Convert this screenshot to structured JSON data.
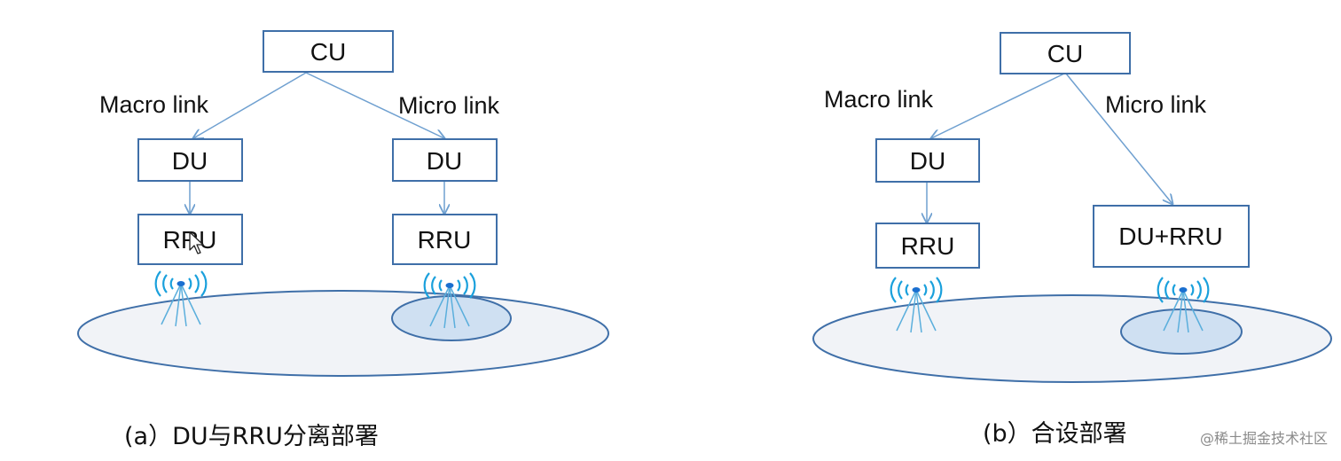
{
  "panel_a": {
    "cu_label": "CU",
    "macro_link_label": "Macro link",
    "micro_link_label": "Micro link",
    "du_macro_label": "DU",
    "du_micro_label": "DU",
    "rru_macro_label": "RRU",
    "rru_micro_label": "RRU",
    "caption": "(a）DU与RRU分离部署"
  },
  "panel_b": {
    "cu_label": "CU",
    "macro_link_label": "Macro link",
    "micro_link_label": "Micro link",
    "du_macro_label": "DU",
    "rru_macro_label": "RRU",
    "du_rru_label": "DU+RRU",
    "caption": "(b）合设部署"
  },
  "watermark": "@稀土掘金技术社区",
  "icons": {
    "antenna": "radio-antenna-icon"
  },
  "colors": {
    "box_stroke": "#3f6fa8",
    "link_line": "#6fa0d0",
    "macro_area": "#f1f3f7",
    "micro_area": "#cfe0f2",
    "antenna": "#1aa0dc"
  }
}
